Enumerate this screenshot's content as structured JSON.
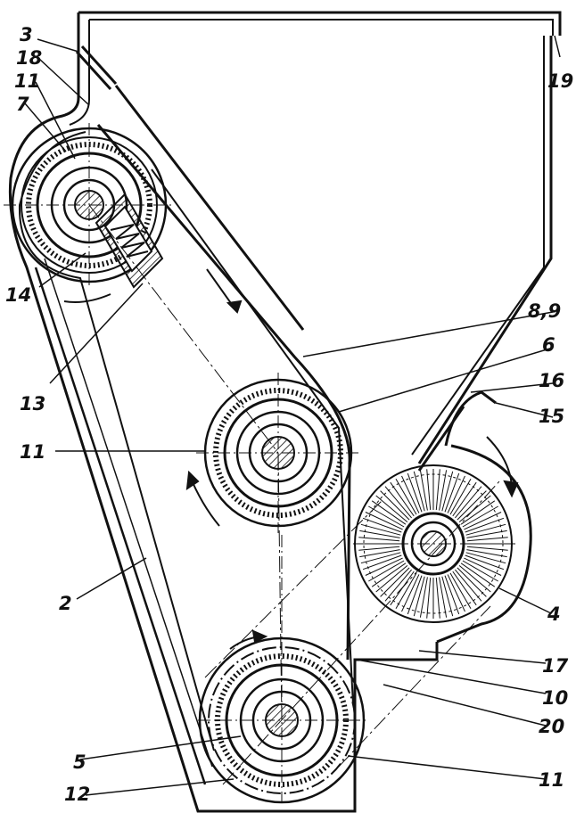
{
  "labels": {
    "l3": "3",
    "l18": "18",
    "l11a": "11",
    "l7": "7",
    "l14": "14",
    "l13": "13",
    "l19": "19",
    "l89": "8,9",
    "l6": "6",
    "l16": "16",
    "l15": "15",
    "l11b": "11",
    "l2": "2",
    "l4": "4",
    "l17": "17",
    "l10": "10",
    "l20": "20",
    "l5": "5",
    "l11c": "11",
    "l12": "12"
  },
  "colors": {
    "ink": "#111111",
    "background": "#ffffff"
  }
}
